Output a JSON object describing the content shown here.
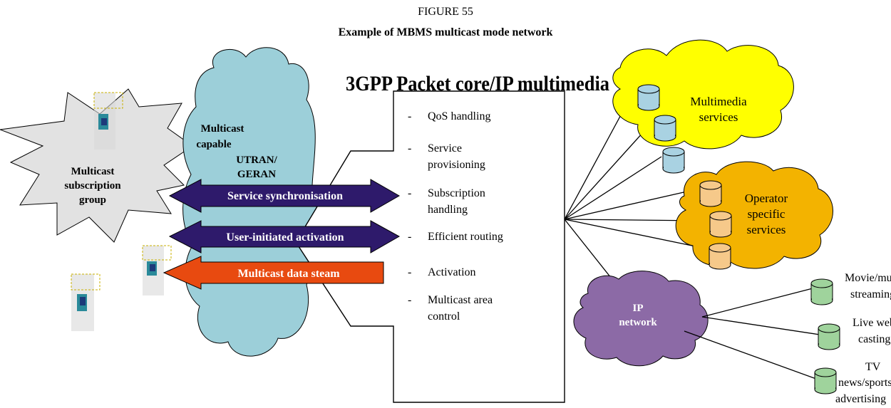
{
  "figure": {
    "number": "FIGURE 55",
    "title": "Example of MBMS multicast mode network"
  },
  "subscription_group": {
    "lines": [
      "Multicast",
      "subscription",
      "group"
    ]
  },
  "ran_cloud": {
    "lines": [
      "Multicast",
      "capable",
      "UTRAN/",
      "GERAN"
    ]
  },
  "core": {
    "title": "3GPP Packet core/IP multimedia",
    "items": [
      [
        "QoS handling"
      ],
      [
        "Service",
        "provisioning"
      ],
      [
        "Subscription",
        "handling"
      ],
      [
        "Efficient routing"
      ],
      [
        "Activation"
      ],
      [
        "Multicast area",
        "control"
      ]
    ],
    "bullet": "-"
  },
  "arrows": {
    "service_sync": "Service synchronisation",
    "user_activation": "User-initiated activation",
    "data_stream": "Multicast data steam"
  },
  "multimedia_cloud": {
    "lines": [
      "Multimedia",
      "services"
    ]
  },
  "operator_cloud": {
    "lines": [
      "Operator",
      "specific",
      "services"
    ]
  },
  "ip_cloud": {
    "lines": [
      "IP",
      "network"
    ]
  },
  "ip_services": [
    {
      "lines": [
        "Movie/music",
        "streaming"
      ]
    },
    {
      "lines": [
        "Live web",
        "casting"
      ]
    },
    {
      "lines": [
        "TV",
        "news/sports",
        "advertising"
      ]
    }
  ],
  "colors": {
    "ran_cloud": "#9ccfd9",
    "multimedia_cloud": "#ffff00",
    "operator_cloud": "#f3b300",
    "ip_cloud": "#8c6aa6",
    "dark_arrow": "#2e1a6b",
    "red_arrow": "#e84a10",
    "cyl_blue": "#a9d2e2",
    "cyl_orange": "#f6c98a",
    "cyl_green": "#9fd39c",
    "star_fill": "#e2e2e2"
  }
}
